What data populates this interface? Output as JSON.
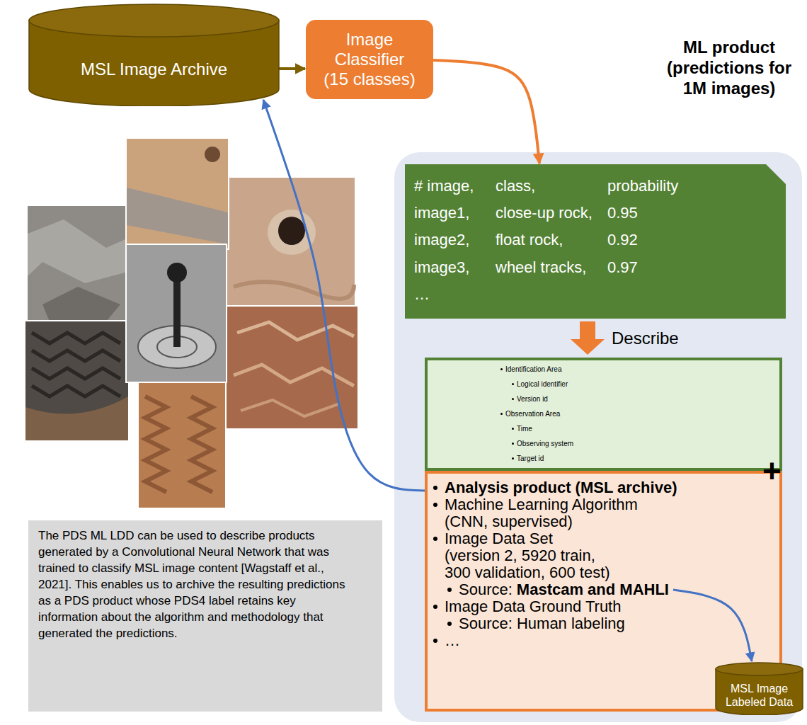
{
  "diagram": {
    "nodes": [
      {
        "text": [
          "MSL Image Archive"
        ]
      },
      {
        "text": [
          "Image Classifier (15 classes)"
        ]
      },
      {
        "text": [
          "# image,",
          "class,",
          "probability",
          "image1,",
          "close-up rock,",
          "0.95",
          "image2,",
          "float rock,",
          "0.92",
          "image3,",
          "wheel tracks,",
          "0.97",
          "…"
        ]
      },
      {
        "text": [
          "Identification Area",
          "Logical identifier",
          "Version id",
          "Observation Area",
          "Time",
          "Observing system",
          "Target id"
        ]
      },
      {
        "text": [
          "Analysis product (MSL archive)",
          "Machine Learning Algorithm (CNN, supervised)",
          "Image Data Set (version 2, 5920 train, 300 validation, 600 test)",
          "Source:",
          "Mastcam and MAHLI",
          "Image Data Ground Truth",
          "Source: Human labeling",
          "…"
        ]
      },
      {
        "text": [
          "MSL Image Labeled Data"
        ]
      },
      {
        "text": [
          "The PDS ML LDD can be used to describe products generated by a Convolutional Neural Network that was trained to classify MSL image content [Wagstaff et al., 2021]. This enables us to archive the resulting predictions as a PDS product whose PDS4 label retains key information about the algorithm and methodology that generated the predictions."
        ]
      }
    ],
    "edges": [
      {
        "from": 0,
        "to": 1,
        "arrow": "to"
      },
      {
        "from": 1,
        "to": 2,
        "arrow": "to"
      },
      {
        "from": 2,
        "to": 3,
        "label": "Describe",
        "arrow": "to"
      },
      {
        "from": 4,
        "to": 0,
        "arrow": "to"
      },
      {
        "from": 4,
        "to": 5,
        "arrow": "to"
      }
    ],
    "labels": [
      "ML product (predictions for 1M images)",
      "+"
    ]
  }
}
